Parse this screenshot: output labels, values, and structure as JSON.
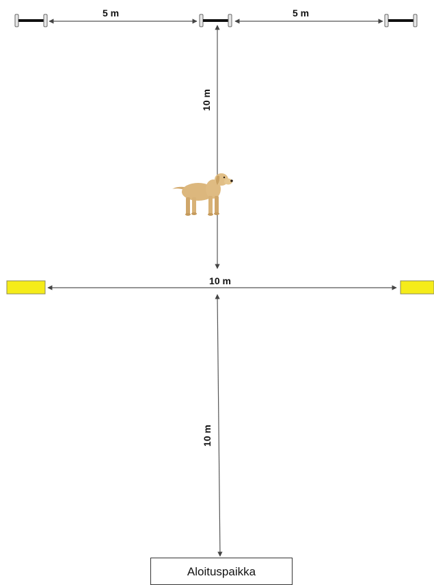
{
  "distances": {
    "top_left": "5 m",
    "top_right": "5 m",
    "upper_vertical": "10 m",
    "horizontal": "10 m",
    "lower_vertical": "10 m"
  },
  "start_label": "Aloituspaikka",
  "icons": {
    "dumbbell": "dumbbell-icon",
    "dog": "dog-icon",
    "cone": "yellow-marker"
  },
  "colors": {
    "marker_yellow": "#f5ec1a",
    "line": "#555555",
    "dog_body": "#d9b57c"
  }
}
